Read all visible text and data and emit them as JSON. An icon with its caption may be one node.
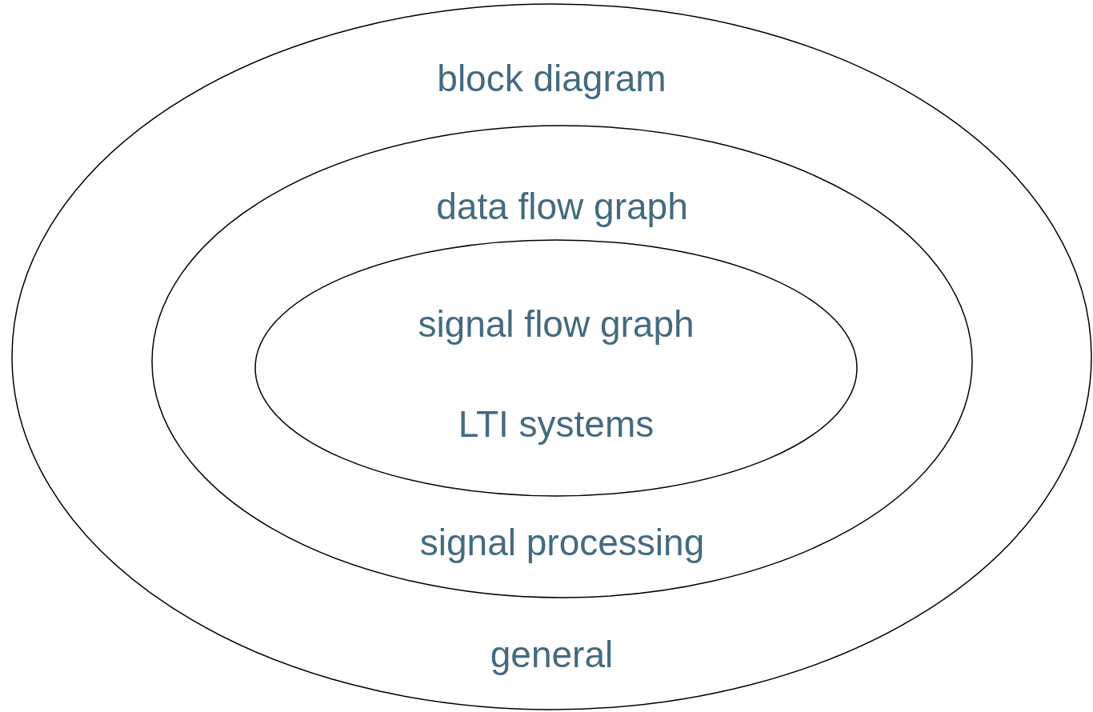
{
  "diagram": {
    "nodes": [
      {
        "text": [
          "block diagram",
          "general"
        ]
      },
      {
        "text": [
          "data flow graph",
          "signal processing"
        ],
        "in": 0
      },
      {
        "text": [
          "signal flow graph",
          "LTI systems"
        ],
        "in": 1
      }
    ]
  }
}
